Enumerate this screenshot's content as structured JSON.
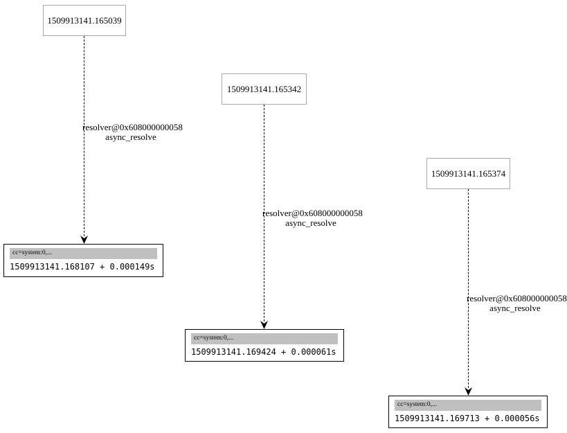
{
  "traces": [
    {
      "source": {
        "label": "1509913141.165039"
      },
      "edge": {
        "line1": "resolver@0x608000000058",
        "line2": "async_resolve"
      },
      "target": {
        "header": "cc=system:0,...",
        "label": "1509913141.168107 + 0.000149s"
      }
    },
    {
      "source": {
        "label": "1509913141.165342"
      },
      "edge": {
        "line1": "resolver@0x608000000058",
        "line2": "async_resolve"
      },
      "target": {
        "header": "cc=system:0,...",
        "label": "1509913141.169424 + 0.000061s"
      }
    },
    {
      "source": {
        "label": "1509913141.165374"
      },
      "edge": {
        "line1": "resolver@0x608000000058",
        "line2": "async_resolve"
      },
      "target": {
        "header": "cc=system:0,...",
        "label": "1509913141.169713 + 0.000056s"
      }
    }
  ],
  "colors": {
    "background": "#ffffff",
    "source_border": "#a8a8a8",
    "target_border": "#000000",
    "header_bg": "#c0c0c0",
    "edge_color": "#000000"
  }
}
